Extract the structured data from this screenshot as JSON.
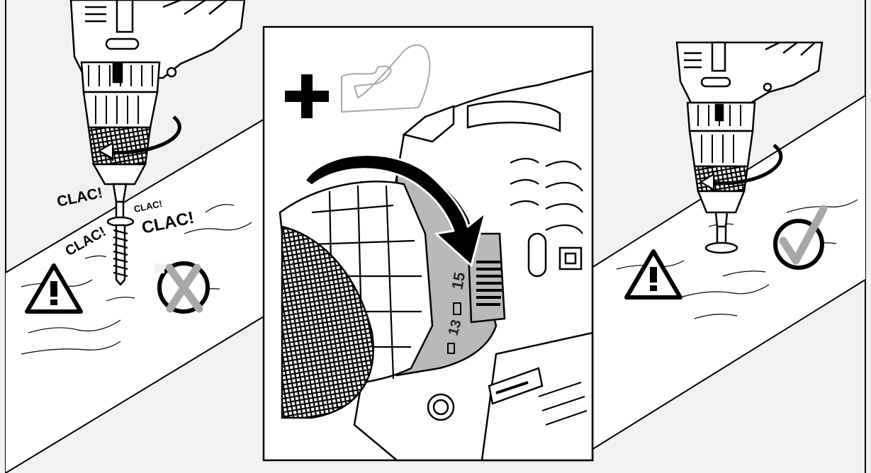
{
  "colors": {
    "background": "#f1f1f1",
    "ink": "#000000",
    "wood": "#ffffff",
    "band_gray": "#b9b9b9",
    "symbol_gray": "#a8a8a8"
  },
  "left_panel": {
    "clac_labels": [
      "CLAC!",
      "CLAC!",
      "CLAC!",
      "CLAC!"
    ],
    "warning_icon": "warning-triangle-icon",
    "result_icon": "circled-x-icon"
  },
  "center_panel": {
    "plus_sign": "+",
    "strength_icon": "flexed-arm-icon",
    "dial_numbers": [
      "15",
      "13"
    ],
    "direction_icon": "clockwise-arrow-icon"
  },
  "right_panel": {
    "warning_icon": "warning-triangle-icon",
    "result_icon": "circled-check-icon"
  }
}
